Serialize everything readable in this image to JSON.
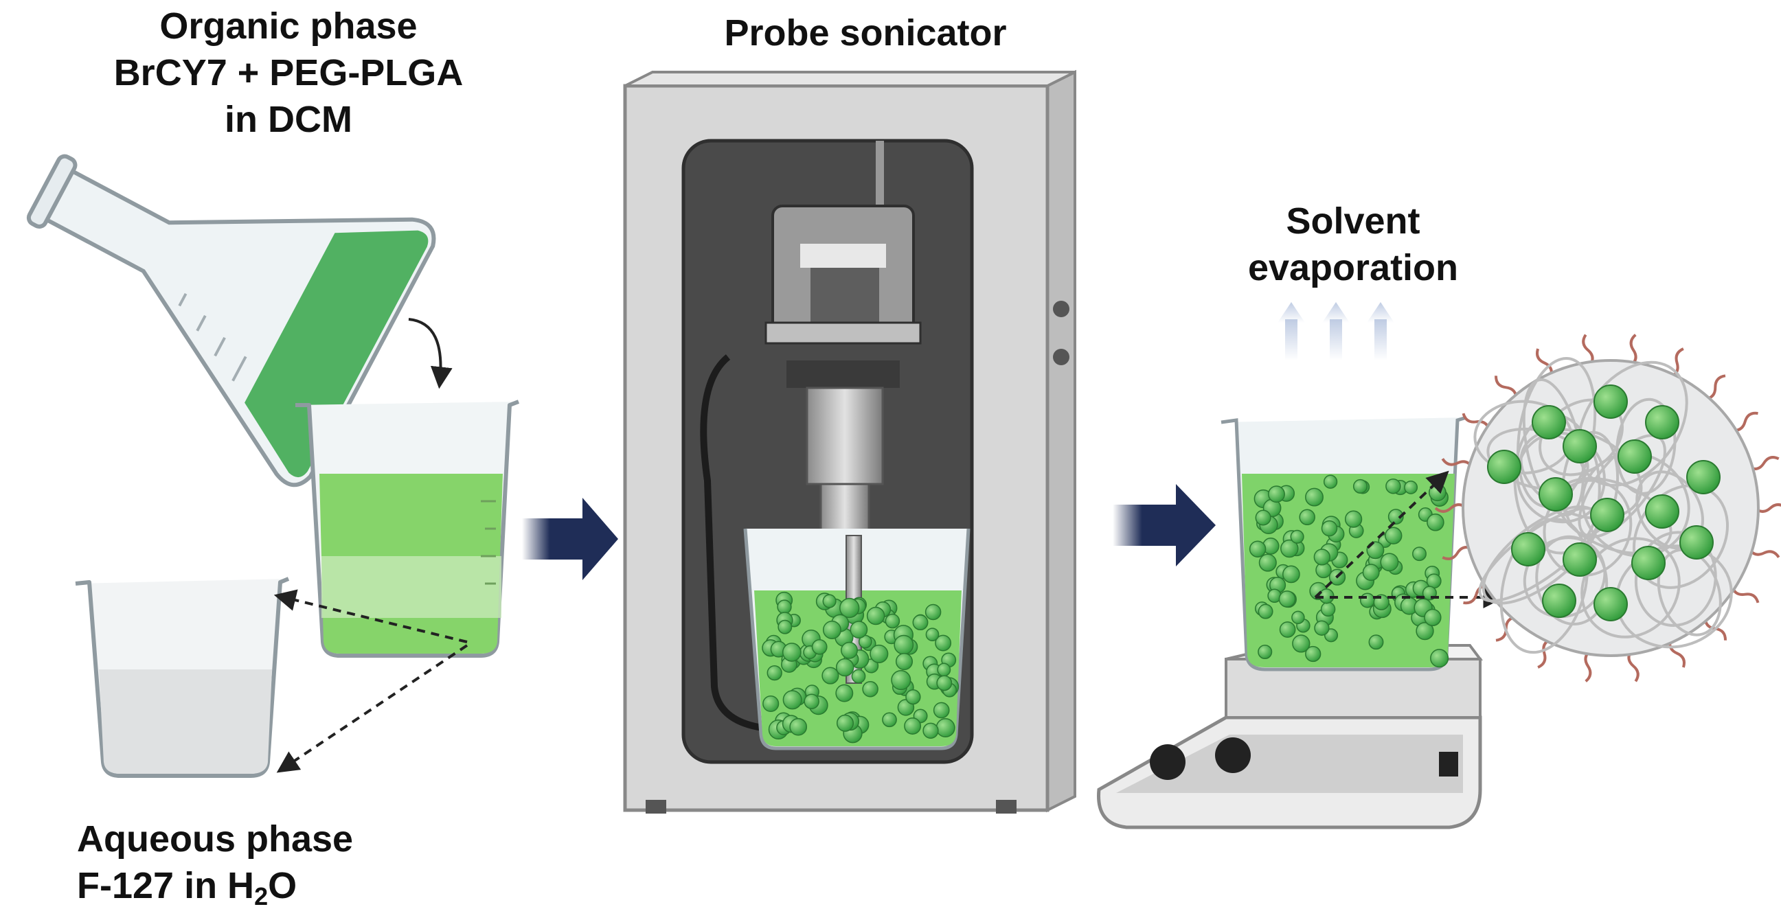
{
  "organic_phase": {
    "line1": "Organic phase",
    "line2": "BrCY7 + PEG-PLGA",
    "line3": "in DCM"
  },
  "probe_sonicator": {
    "label": "Probe sonicator"
  },
  "solvent_evaporation": {
    "line1": "Solvent",
    "line2": "evaporation"
  },
  "aqueous_phase": {
    "line1": "Aqueous phase",
    "line2_prefix": "F-127 in H",
    "line2_sub": "2",
    "line2_suffix": "O"
  },
  "colors": {
    "green_liquid": "#7fd36a",
    "green_bead": "#3fae46",
    "navy_arrow": "#1f2d57",
    "sonicator_body": "#d7d7d7",
    "sonicator_inner": "#4a4a4a"
  },
  "icons": [
    "erlenmeyer-flask-icon",
    "beaker-icon",
    "probe-sonicator-icon",
    "hotplate-stirrer-icon",
    "nanoparticle-icon"
  ]
}
